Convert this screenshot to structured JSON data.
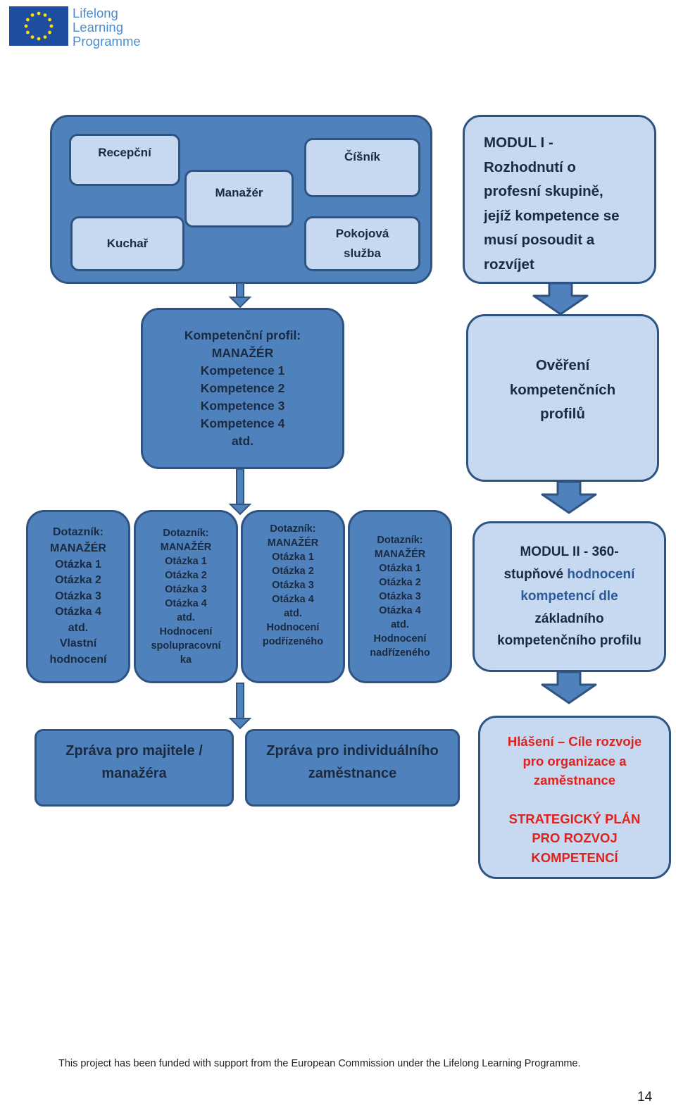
{
  "logo": {
    "lines": [
      "Lifelong",
      "Learning",
      "Programme"
    ]
  },
  "top_group": {
    "recepcni": "Recepční",
    "manazer": "Manažér",
    "cisnik": "Číšník",
    "kuchar": "Kuchař",
    "pokojova": [
      "Pokojová",
      "služba"
    ]
  },
  "modul1": [
    "MODUL I -",
    "Rozhodnutí  o",
    "profesní skupině,",
    "jejíž kompetence se",
    "musí posoudit a",
    "rozvíjet"
  ],
  "profil": [
    "Kompetenční profil:",
    "MANAŽÉR",
    "Kompetence 1",
    "Kompetence 2",
    "Kompetence 3",
    "Kompetence 4",
    "atd."
  ],
  "overeni": [
    "Ověření",
    "kompetenčních",
    "profilů"
  ],
  "dotaznik1": [
    "Dotazník:",
    "MANAŽÉR",
    "Otázka 1",
    "Otázka 2",
    "Otázka 3",
    "Otázka 4",
    "atd.",
    "Vlastní",
    "hodnocení"
  ],
  "dotaznik2": [
    "Dotazník:",
    "MANAŽÉR",
    "Otázka 1",
    "Otázka 2",
    "Otázka 3",
    "Otázka 4",
    "atd.",
    "Hodnocení",
    "spolupracovní",
    "ka"
  ],
  "dotaznik3": [
    "Dotazník:",
    "MANAŽÉR",
    "Otázka 1",
    "Otázka 2",
    "Otázka 3",
    "Otázka 4",
    "atd.",
    "Hodnocení",
    "podřízeného"
  ],
  "dotaznik4": [
    "Dotazník:",
    "MANAŽÉR",
    "Otázka 1",
    "Otázka 2",
    "Otázka 3",
    "Otázka 4",
    "atd.",
    "Hodnocení",
    "nadřízeného"
  ],
  "modul2": {
    "line1": "MODUL II - 360-",
    "line2a": "stupňové ",
    "line2b": "hodnocení",
    "line3": "kompetencí dle",
    "line4": "základního",
    "line5": "kompetenčního profilu"
  },
  "zprava1": [
    "Zpráva pro majitele /",
    "manažéra"
  ],
  "zprava2": [
    "Zpráva pro individuálního",
    "zaměstnance"
  ],
  "hlaseni": [
    "Hlášení – Cíle rozvoje",
    "pro organizace a",
    "zaměstnance"
  ],
  "plan": [
    "STRATEGICKÝ PLÁN",
    "PRO ROZVOJ",
    "KOMPETENCÍ"
  ],
  "footer": "This project has been funded with support from the European Commission under the Lifelong Learning Programme.",
  "page_number": "14",
  "colors": {
    "dark_box": "#4f81bd",
    "light_box": "#c6d9f1",
    "border": "#2f5482",
    "red_text": "#e0211c"
  }
}
